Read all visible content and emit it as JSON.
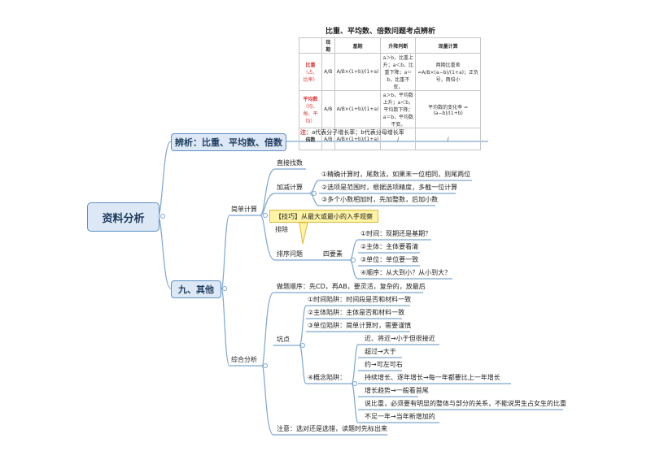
{
  "title": "比重、平均数、倍数问题考点辨析",
  "table": {
    "headers": [
      "",
      "现期",
      "基期",
      "升降判断",
      "现量计算"
    ],
    "rows": [
      {
        "name": "比重",
        "sub": "（占、比率）",
        "xq": "A/B",
        "jq": "A/B×(1+b)/(1+a)",
        "sj": "a＞b，比重上升；a＜b，比重下降；a＝b，比重不变。",
        "xl": "两期比重差=A/B×(a−b)/(1+a)；正负号，两倍小"
      },
      {
        "name": "平均数",
        "sub": "（均、每、平均）",
        "xq": "A/B",
        "jq": "A/B×(1+b)/(1+a)",
        "sj": "a＞b，平均数上升；a＜b，平均数下降；a＝b，平均数不变。",
        "xl": "平均数的变化率 = (a−b)/(1+b)"
      },
      {
        "name": "倍数",
        "sub": "",
        "xq": "A/B",
        "jq": "A/B×(1+b)/(1+a)",
        "sj": "/",
        "xl": "/"
      }
    ]
  },
  "note": {
    "lead": "注：",
    "text": "a代表分子增长率；b代表分母增长率"
  },
  "root": "资料分析",
  "branch1": "辨析：比重、平均数、倍数",
  "branch2": "九、其他",
  "jiandan": {
    "label": "简单计算",
    "zhijie": "直接找数",
    "jiajian": "加减计算",
    "jiajian_items": [
      "①精确计算时，尾数法，如果末一位相同，则尾两位",
      "②选项是范围时，根据选项精度，多截一位计算",
      "③多个小数相加时，先加整数，后加小数"
    ],
    "tip": "【技巧】从最大或最小的入手观察排除",
    "paixu": "排序问题",
    "siyaosu": "四要素",
    "siyaosu_items": [
      "①时间：现期还是基期？",
      "②主体：主体要看清",
      "③单位：单位要一致",
      "④顺序：从大到小？从小到大？"
    ]
  },
  "zonghe": {
    "label": "综合分析",
    "shunxu": "做题顺序：先CD，再AB，要灵活，复杂的，放最后",
    "kengdian": "坑点",
    "keng_items": [
      "①时间陷阱：时间段是否和材料一致",
      "②主体陷阱：主体是否和材料一致",
      "③单位陷阱：简单计算时，需要谨慎"
    ],
    "gainian": "④概念陷阱：",
    "gainian_items": [
      "近、将近→小于但很接近",
      "超过→大于",
      "约→可左可右",
      "持续增长、逐年增长→每一年都要比上一年增长",
      "增长趋势→一般看首尾",
      "说比重，必须要有明显的整体与部分的关系，不能说男生占女生的比重",
      "不足一年→当年新增加的"
    ],
    "zhuyi": "注意：选对还是选错，读题时先标出来"
  }
}
